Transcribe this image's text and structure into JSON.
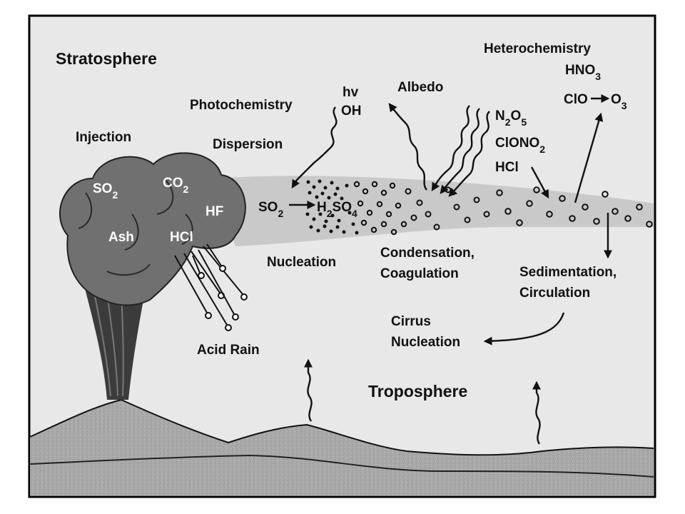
{
  "labels": {
    "stratosphere": "Stratosphere",
    "troposphere": "Troposphere",
    "heterochemistry": "Heterochemistry",
    "photochemistry": "Photochemistry",
    "hv": "hv",
    "oh": "OH",
    "albedo": "Albedo",
    "injection": "Injection",
    "dispersion": "Dispersion",
    "nucleation": "Nucleation",
    "condensation": "Condensation,",
    "coagulation": "Coagulation",
    "sedimentation": "Sedimentation,",
    "circulation": "Circulation",
    "cirrus": "Cirrus",
    "cirrus_nucleation": "Nucleation",
    "acid_rain": "Acid Rain",
    "hcl_strat": "HCl",
    "clono2_prefix": "ClONO",
    "clono2_sub": "2",
    "n2o5_n": "N",
    "n2o5_n_sub": "2",
    "n2o5_o": "O",
    "n2o5_o_sub": "5",
    "hno3": "HNO",
    "hno3_sub": "3",
    "clo": "ClO",
    "o3": "O",
    "o3_sub": "3"
  },
  "cloud": {
    "so2": "SO",
    "so2_sub": "2",
    "co2": "CO",
    "co2_sub": "2",
    "hf": "HF",
    "ash": "Ash",
    "hcl": "HCl"
  },
  "plume": {
    "so2": "SO",
    "so2_sub": "2",
    "h2so4_h": "H",
    "h2so4_h_sub": "2",
    "h2so4_so": "SO",
    "h2so4_so_sub": "4"
  },
  "colors": {
    "border": "#000000",
    "sky": "#e8e8e8",
    "plume": "#c8c8c8",
    "cloud": "#6e6e6e",
    "cloud_dark": "#3a3a3a",
    "ground": "#a9a9a9",
    "ink": "#111111"
  }
}
